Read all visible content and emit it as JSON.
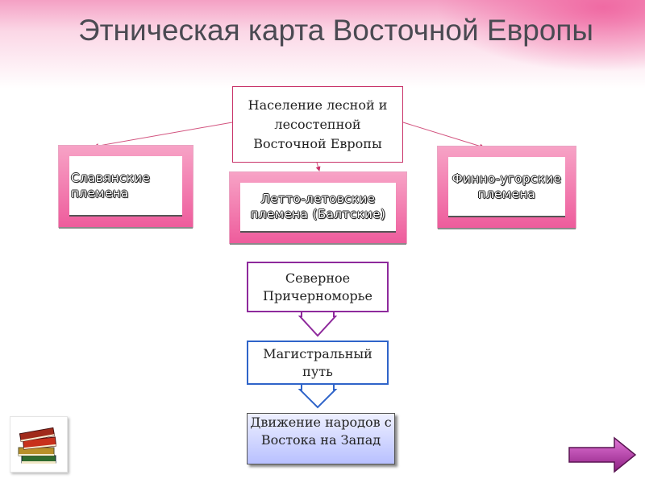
{
  "title": "Этническая карта Восточной Европы",
  "root": "Население лесной и лесостепной Восточной Европы",
  "tribes": {
    "slavic": "Славянские племена",
    "baltic": "Летто-летовские племена (Балтские)",
    "finno": "Финно-угорские племена"
  },
  "flow": {
    "north": "Северное Причерноморье",
    "trade": "Магистральный путь",
    "movement": "Движение народов с Востока на Запад"
  },
  "icons": {
    "books": "books-icon",
    "next": "arrow-right-icon"
  },
  "colors": {
    "accent_pink": "#ee5c9c",
    "root_border": "#c9346a",
    "north_border": "#8e2a9c",
    "trade_border": "#2f64c9",
    "next_button": "#9b2b8e"
  }
}
